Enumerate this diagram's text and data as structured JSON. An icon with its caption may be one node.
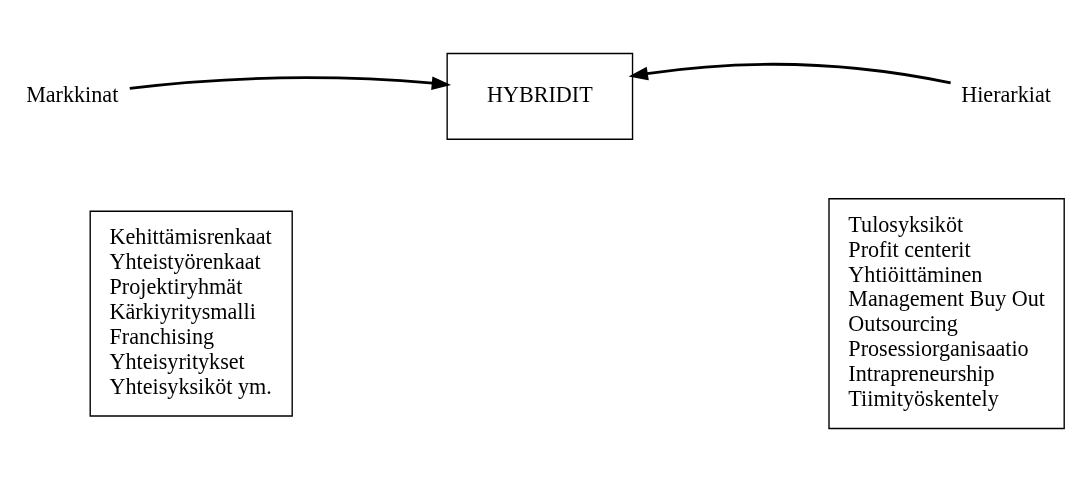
{
  "diagram": {
    "nodes": [
      {
        "text": [
          "Markkinat"
        ]
      },
      {
        "text": [
          "HYBRIDIT"
        ]
      },
      {
        "text": [
          "Hierarkiat"
        ]
      },
      {
        "text": [
          "Kehittämisrenkaat",
          "Yhteistyörenkaat",
          "Projektiryhmät",
          "Kärkiyritysmalli",
          "Franchising",
          "Yhteisyritykset",
          "Yhteisyksiköt ym."
        ]
      },
      {
        "text": [
          "Tulosyksiköt",
          "Profit centerit",
          "Yhtiöittäminen",
          "Management Buy Out",
          "Outsourcing",
          "Prosessiorganisaatio",
          "Intrapreneurship",
          "Tiimityöskentely"
        ]
      }
    ],
    "edges": [
      {
        "from": 0,
        "to": 1,
        "arrow": "to"
      },
      {
        "from": 2,
        "to": 1,
        "arrow": "to"
      }
    ]
  }
}
